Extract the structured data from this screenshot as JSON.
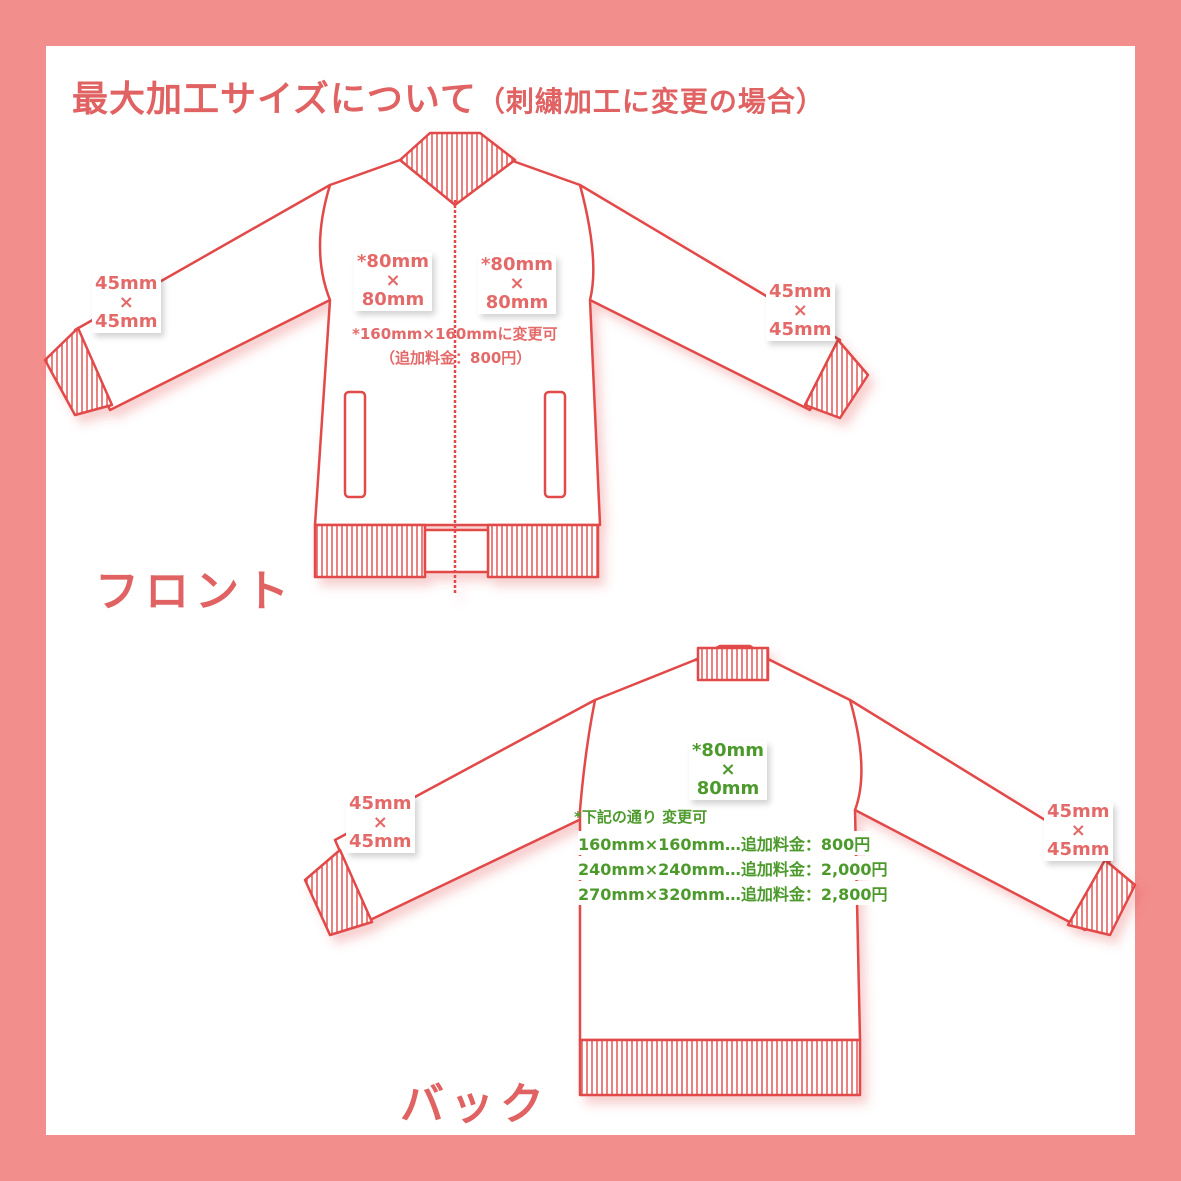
{
  "title": {
    "main": "最大加工サイズについて",
    "sub": "（刺繍加工に変更の場合）"
  },
  "colors": {
    "border": "#f28e8c",
    "accent_red": "#e06262",
    "outline": "#e24848",
    "accent_green": "#4d9a2c"
  },
  "front": {
    "label": "フロント",
    "left_sleeve": {
      "w": "45mm",
      "x": "×",
      "h": "45mm"
    },
    "right_sleeve": {
      "w": "45mm",
      "x": "×",
      "h": "45mm"
    },
    "left_chest": {
      "w": "*80mm",
      "x": "×",
      "h": "80mm"
    },
    "right_chest": {
      "w": "*80mm",
      "x": "×",
      "h": "80mm"
    },
    "note_line1": "*160mm×160mmに変更可",
    "note_line2": "（追加料金：800円）"
  },
  "back": {
    "label": "バック",
    "left_sleeve": {
      "w": "45mm",
      "x": "×",
      "h": "45mm"
    },
    "right_sleeve": {
      "w": "45mm",
      "x": "×",
      "h": "45mm"
    },
    "center": {
      "w": "*80mm",
      "x": "×",
      "h": "80mm"
    },
    "note_heading": "*下記の通り 変更可",
    "options": [
      "160mm×160mm…追加料金：800円",
      "240mm×240mm…追加料金：2,000円",
      "270mm×320mm…追加料金：2,800円"
    ]
  }
}
